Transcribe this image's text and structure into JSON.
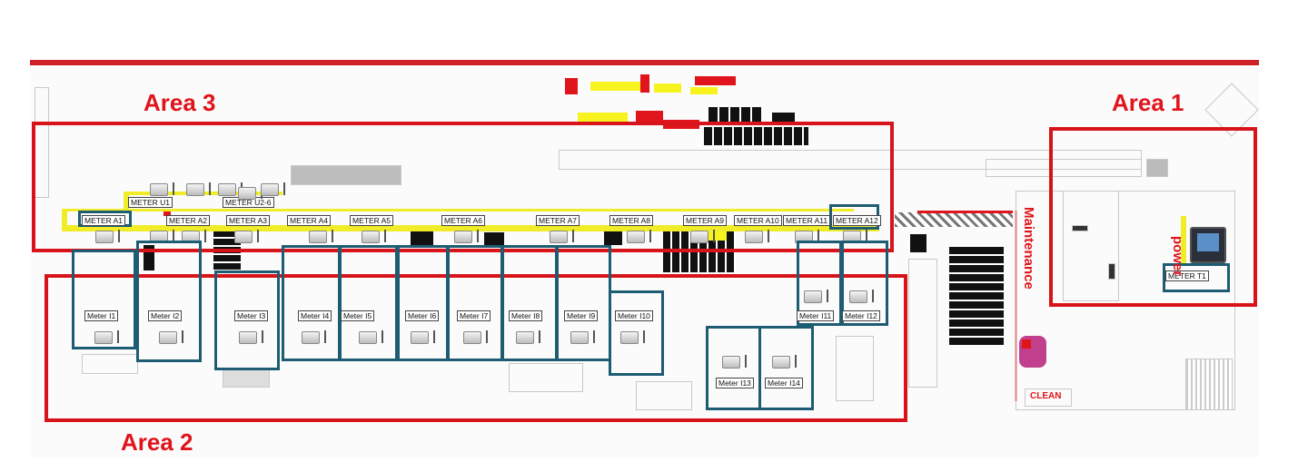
{
  "colors": {
    "area_border": "#d8141b",
    "meter_border": "#1d5c72",
    "cable": "#f1ec28",
    "label_red": "#e0141b"
  },
  "areas": [
    {
      "id": "area-1",
      "label": "Area 1"
    },
    {
      "id": "area-2",
      "label": "Area 2"
    },
    {
      "id": "area-3",
      "label": "Area 3"
    }
  ],
  "meters": {
    "U1": "METER U1",
    "U2": "METER U2-6",
    "A1": "METER A1",
    "A2": "METER A2",
    "A3": "METER A3",
    "A4": "METER A4",
    "A5": "METER A5",
    "A6": "METER A6",
    "A7": "METER A7",
    "A8": "METER A8",
    "A9": "METER A9",
    "A10": "METER A10",
    "A11": "METER A11",
    "A12": "METER A12",
    "I1": "Meter I1",
    "I2": "Meter I2",
    "I3": "Meter I3",
    "I4": "Meter I4",
    "I5": "Meter I5",
    "I6": "Meter I6",
    "I7": "Meter I7",
    "I8": "Meter I8",
    "I9": "Meter I9",
    "I10": "Meter I10",
    "I11": "Meter I11",
    "I12": "Meter I12",
    "I13": "Meter I13",
    "I14": "Meter I14",
    "T1": "METER T1"
  },
  "floor_labels": {
    "maintenance": "Maintenance",
    "power": "power",
    "clean": "CLEAN"
  }
}
